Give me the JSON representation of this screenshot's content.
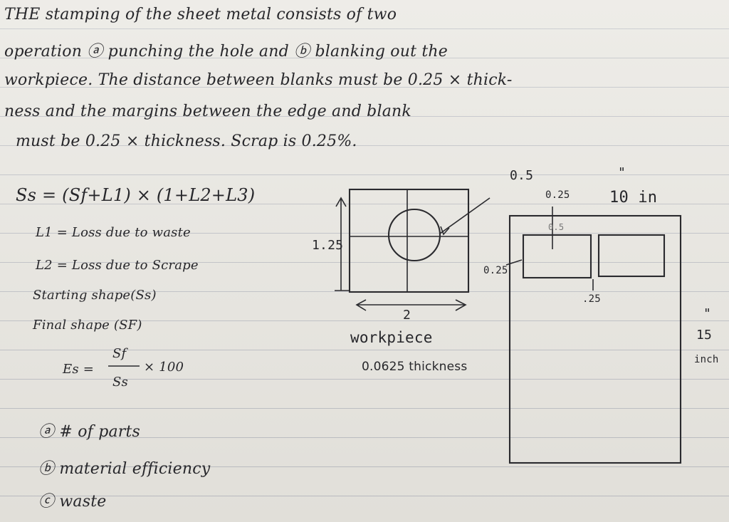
{
  "paragraph": [
    "THE stamping of the sheet metal consists of two",
    "operation ⓐ punching the hole and ⓑ blanking out the",
    "workpiece. The distance between blanks must be 0.25 × thick-",
    "ness and the margins between the edge and blank",
    "must be 0.25 × thickness. Scrap is 0.25%."
  ],
  "formulas": {
    "main": "Ss = (Sf+L1) × (1+L2+L3)",
    "l1": "L1 = Loss due to waste",
    "l2": "L2 = Loss due to Scrape",
    "start": "Starting shape(Ss)",
    "final": "Final shape (SF)",
    "eff_lhs": "Es =",
    "eff_num": "Sf",
    "eff_den": "Ss",
    "eff_mult": "× 100"
  },
  "questions": [
    "ⓐ # of parts",
    "ⓑ material efficiency",
    "ⓒ waste"
  ],
  "workpiece": {
    "height_label": "1.25",
    "width_label": "2",
    "caption": "workpiece",
    "thickness": "0.0625 thickness"
  },
  "sheet": {
    "label_05": "0.5",
    "label_ditto_top": "\"",
    "label_025_top": "0.25",
    "width_label": "10 in",
    "inner_05": "0.5",
    "label_025_left": "0.25",
    "label_25_bottom": ".25",
    "label_ditto_right": "\"",
    "height_num": "15",
    "height_unit": "inch"
  }
}
